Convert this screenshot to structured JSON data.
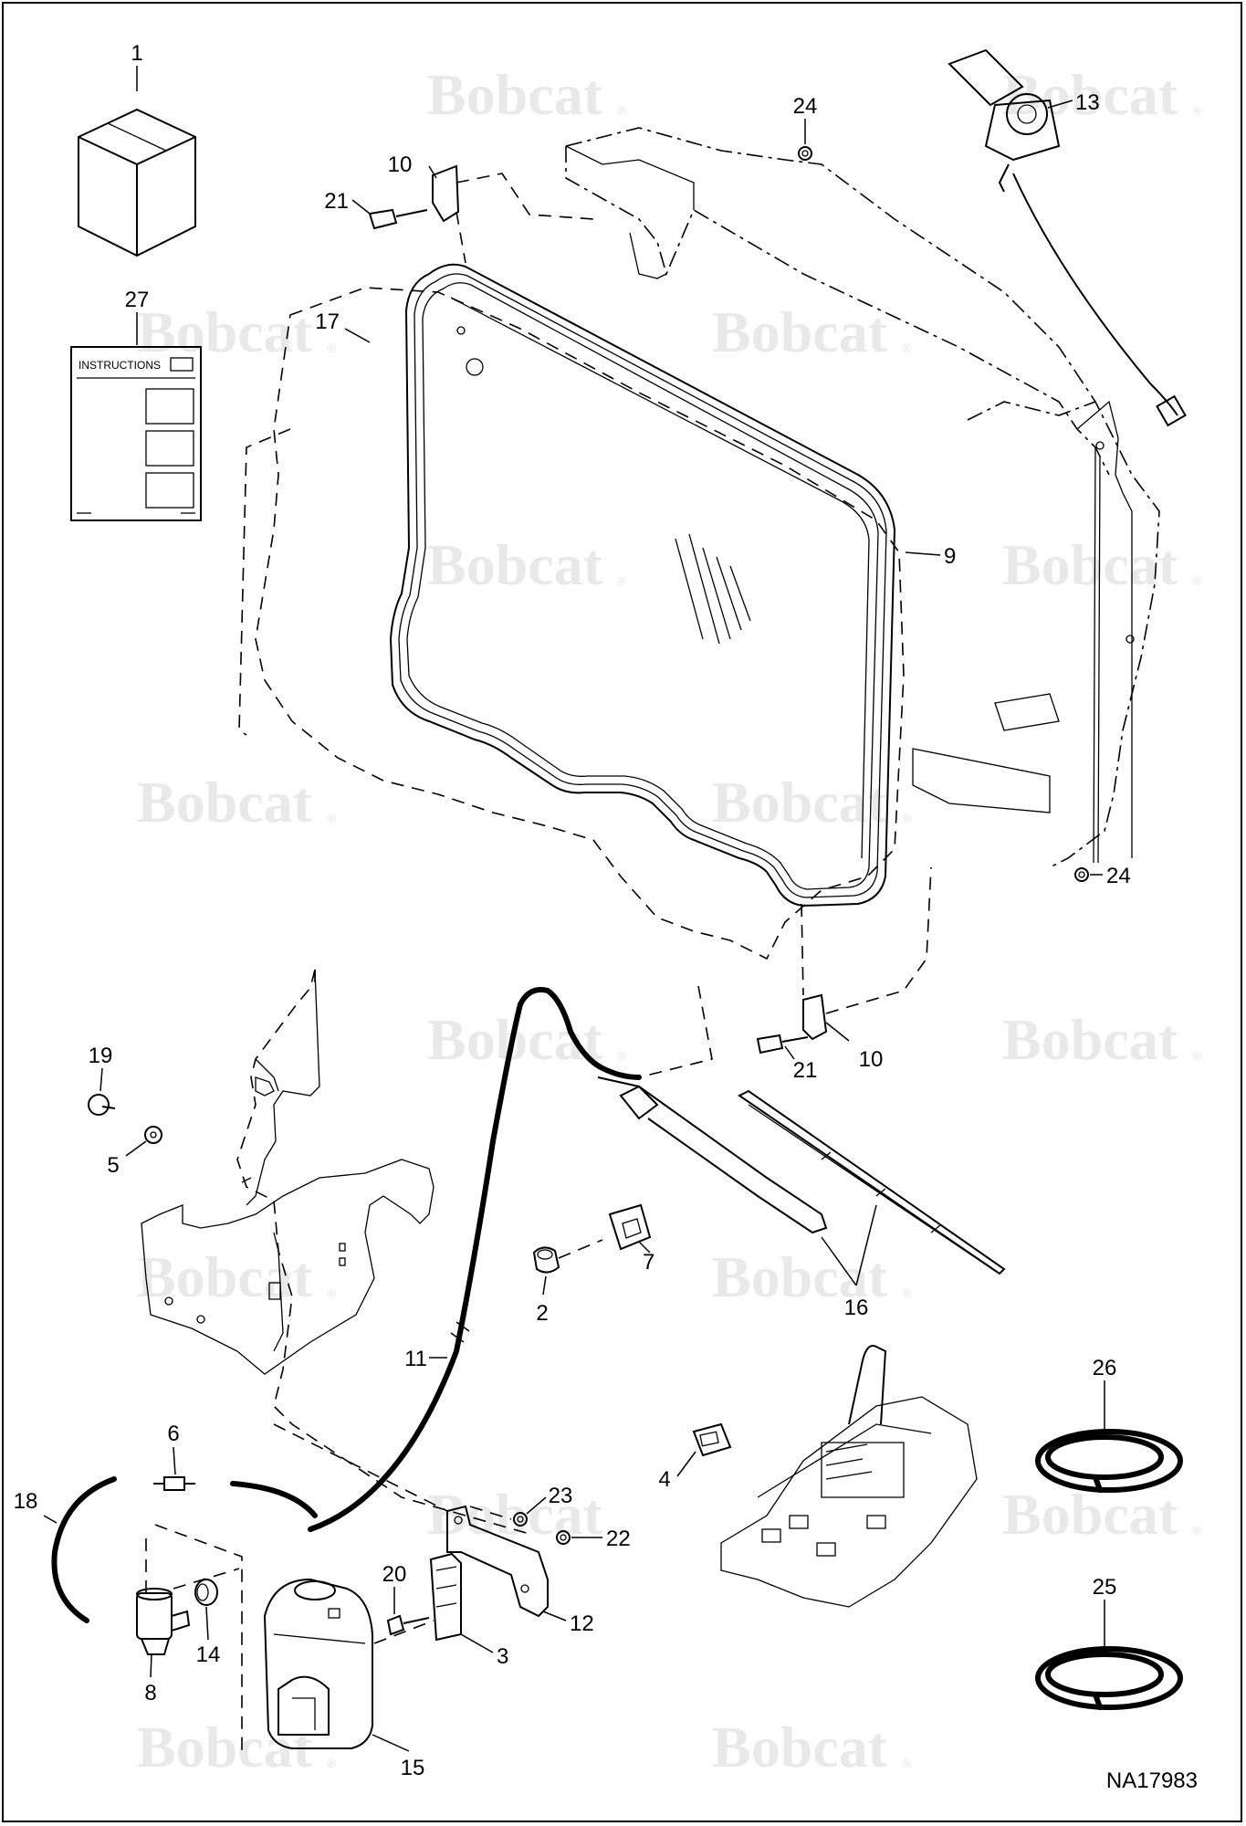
{
  "diagram": {
    "drawing_code": "NA17983",
    "watermark_text": "Bobcat",
    "watermark_mark": "®",
    "instructions_label": "INSTRUCTIONS",
    "callouts": [
      {
        "id": "c1",
        "label": "1"
      },
      {
        "id": "c27",
        "label": "27"
      },
      {
        "id": "c17",
        "label": "17"
      },
      {
        "id": "c10a",
        "label": "10"
      },
      {
        "id": "c21a",
        "label": "21"
      },
      {
        "id": "c24a",
        "label": "24"
      },
      {
        "id": "c13",
        "label": "13"
      },
      {
        "id": "c9",
        "label": "9"
      },
      {
        "id": "c24b",
        "label": "24"
      },
      {
        "id": "c21b",
        "label": "21"
      },
      {
        "id": "c10b",
        "label": "10"
      },
      {
        "id": "c19",
        "label": "19"
      },
      {
        "id": "c5",
        "label": "5"
      },
      {
        "id": "c7",
        "label": "7"
      },
      {
        "id": "c2",
        "label": "2"
      },
      {
        "id": "c16",
        "label": "16"
      },
      {
        "id": "c11",
        "label": "11"
      },
      {
        "id": "c26",
        "label": "26"
      },
      {
        "id": "c6",
        "label": "6"
      },
      {
        "id": "c18",
        "label": "18"
      },
      {
        "id": "c4",
        "label": "4"
      },
      {
        "id": "c23",
        "label": "23"
      },
      {
        "id": "c22",
        "label": "22"
      },
      {
        "id": "c20",
        "label": "20"
      },
      {
        "id": "c12",
        "label": "12"
      },
      {
        "id": "c3",
        "label": "3"
      },
      {
        "id": "c14",
        "label": "14"
      },
      {
        "id": "c8",
        "label": "8"
      },
      {
        "id": "c25",
        "label": "25"
      },
      {
        "id": "c15",
        "label": "15"
      }
    ]
  }
}
